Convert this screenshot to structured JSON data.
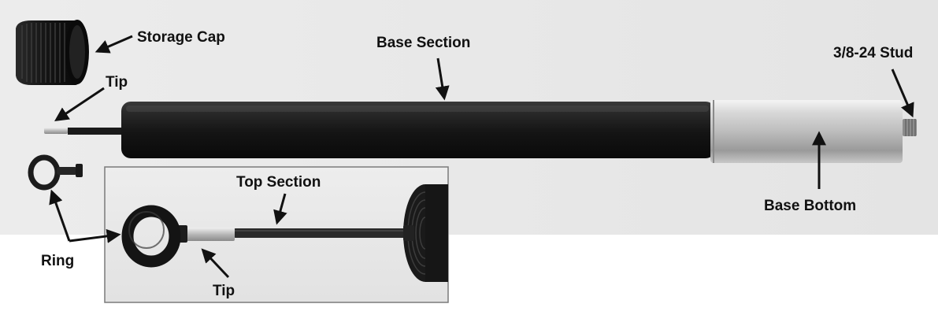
{
  "labels": {
    "storage_cap": "Storage Cap",
    "tip_main": "Tip",
    "base_section": "Base Section",
    "stud": "3/8-24 Stud",
    "base_bottom": "Base Bottom",
    "top_section": "Top Section",
    "ring": "Ring",
    "tip_inset": "Tip"
  },
  "colors": {
    "background_photo": "#e9e9e9",
    "page": "#ffffff",
    "tube_black": "#1b1b1b",
    "aluminum": "#cfcfcf",
    "label_text": "#111111"
  }
}
